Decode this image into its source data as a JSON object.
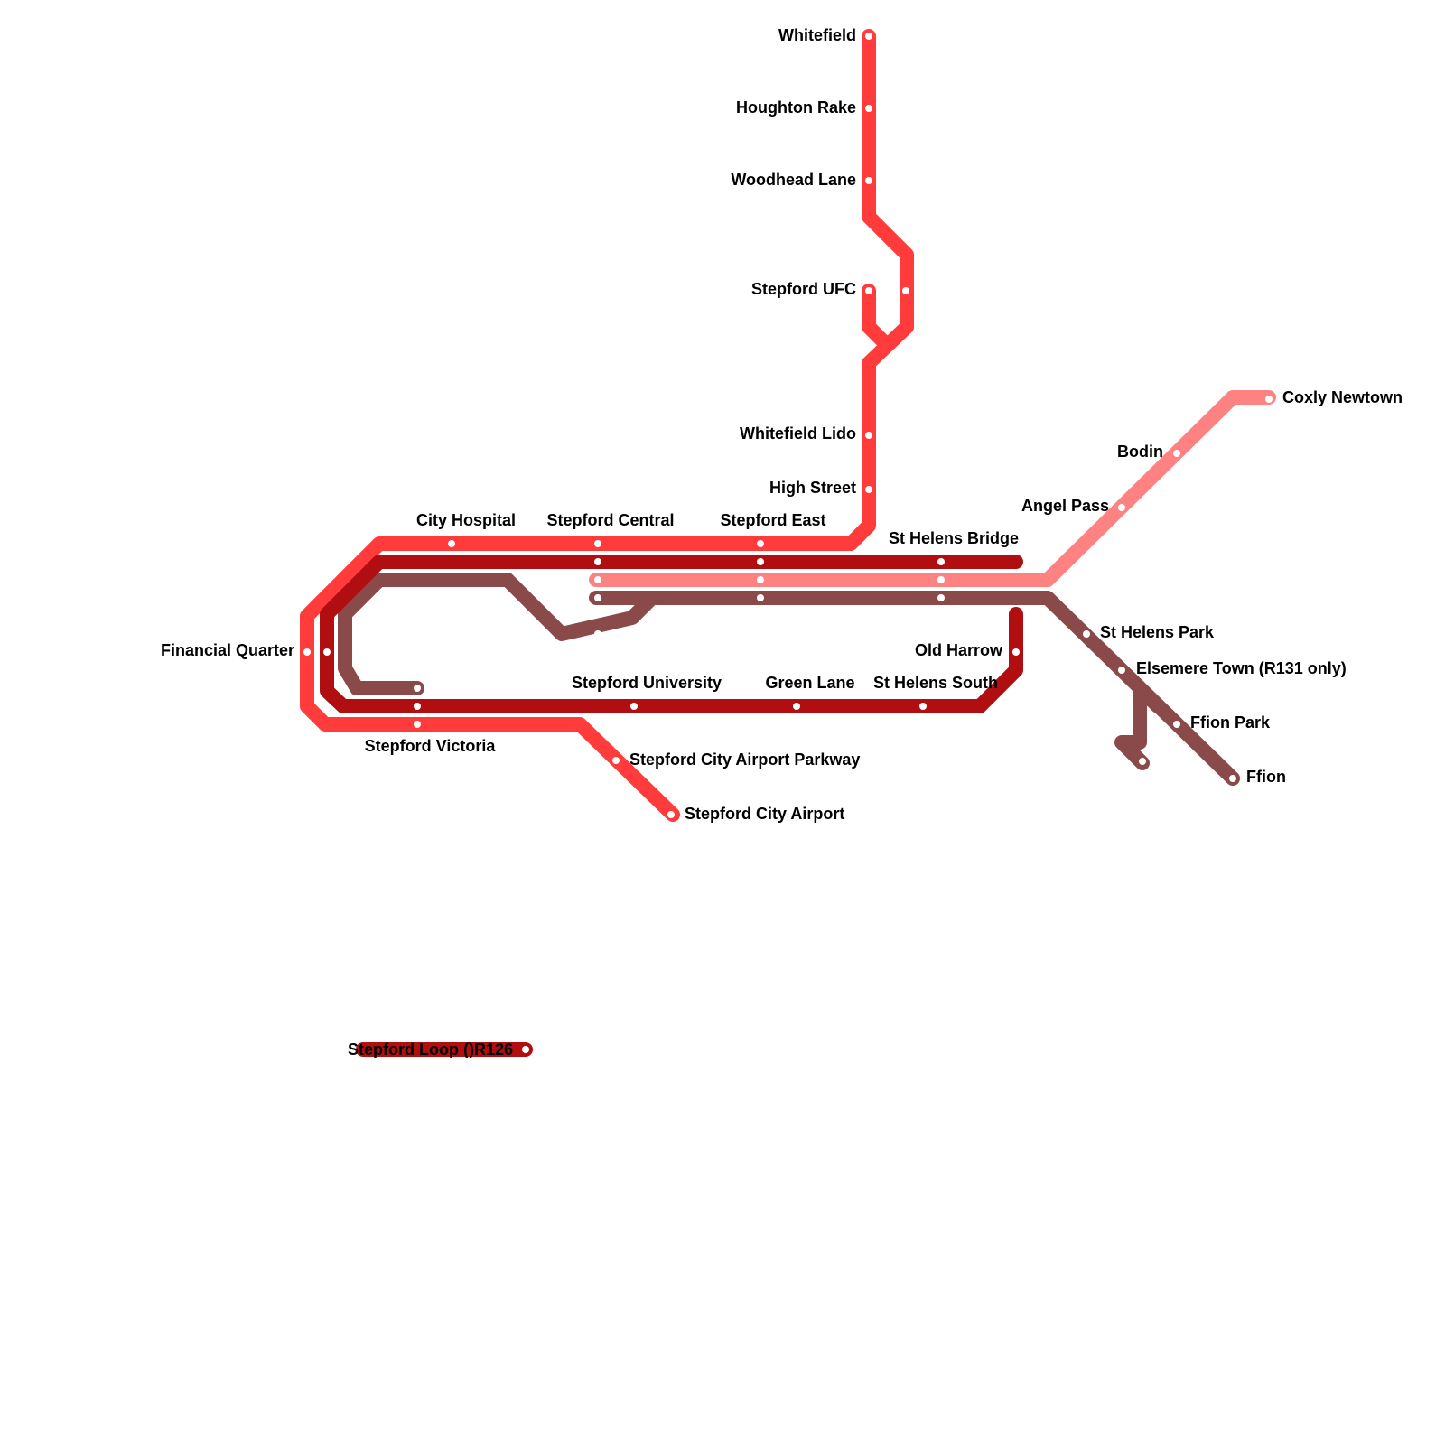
{
  "colors": {
    "line_red": "#ff3b3b",
    "line_dark_red": "#b00e10",
    "line_brown": "#8b4a4a",
    "line_pink": "#ff8282",
    "station_dot": "#ffffff",
    "label_text": "#000000"
  },
  "stations": {
    "whitefield": "Whitefield",
    "houghton_rake": "Houghton Rake",
    "woodhead_lane": "Woodhead Lane",
    "stepford_ufc": "Stepford UFC",
    "whitefield_lido": "Whitefield Lido",
    "high_street": "High Street",
    "city_hospital": "City Hospital",
    "stepford_central": "Stepford Central",
    "stepford_east": "Stepford East",
    "st_helens_bridge": "St Helens Bridge",
    "coxly_newtown": "Coxly Newtown",
    "bodin": "Bodin",
    "angel_pass": "Angel Pass",
    "financial_quarter": "Financial Quarter",
    "st_helens_park": "St Helens Park",
    "elsemere_town": "Elsemere Town (R131 only)",
    "old_harrow": "Old Harrow",
    "stepford_university": "Stepford University",
    "green_lane": "Green Lane",
    "st_helens_south": "St Helens South",
    "ffion_park": "Ffion Park",
    "stepford_victoria": "Stepford Victoria",
    "stepford_city_airport_parkway": "Stepford City Airport Parkway",
    "ffion": "Ffion",
    "stepford_city_airport": "Stepford City Airport"
  },
  "legend": {
    "stepford_loop": "Stepford Loop ()R126"
  }
}
